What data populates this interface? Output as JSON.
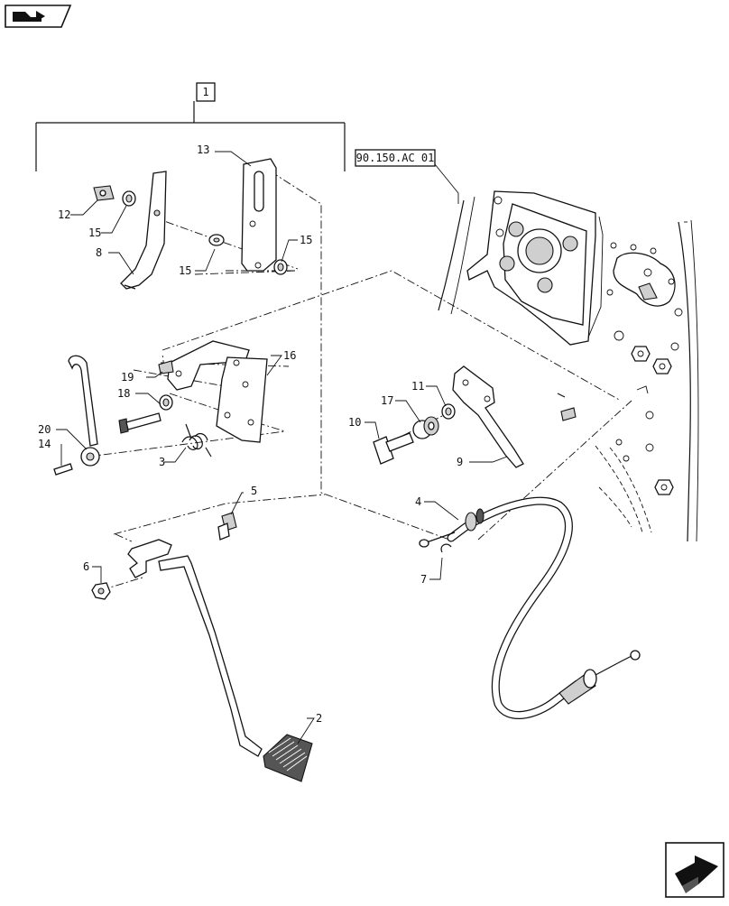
{
  "nav": {
    "top_left_icon": "book-nav-icon",
    "bottom_right_icon": "next-page-arrow-icon"
  },
  "boxes": {
    "assembly": "1",
    "reference": "90.150.AC 01"
  },
  "callouts": {
    "c2": "2",
    "c3": "3",
    "c4": "4",
    "c5": "5",
    "c6": "6",
    "c7": "7",
    "c8": "8",
    "c9": "9",
    "c10": "10",
    "c11": "11",
    "c12": "12",
    "c13": "13",
    "c14": "14",
    "c15a": "15",
    "c15b": "15",
    "c15c": "15",
    "c16": "16",
    "c17": "17",
    "c18": "18",
    "c19": "19",
    "c20": "20"
  }
}
